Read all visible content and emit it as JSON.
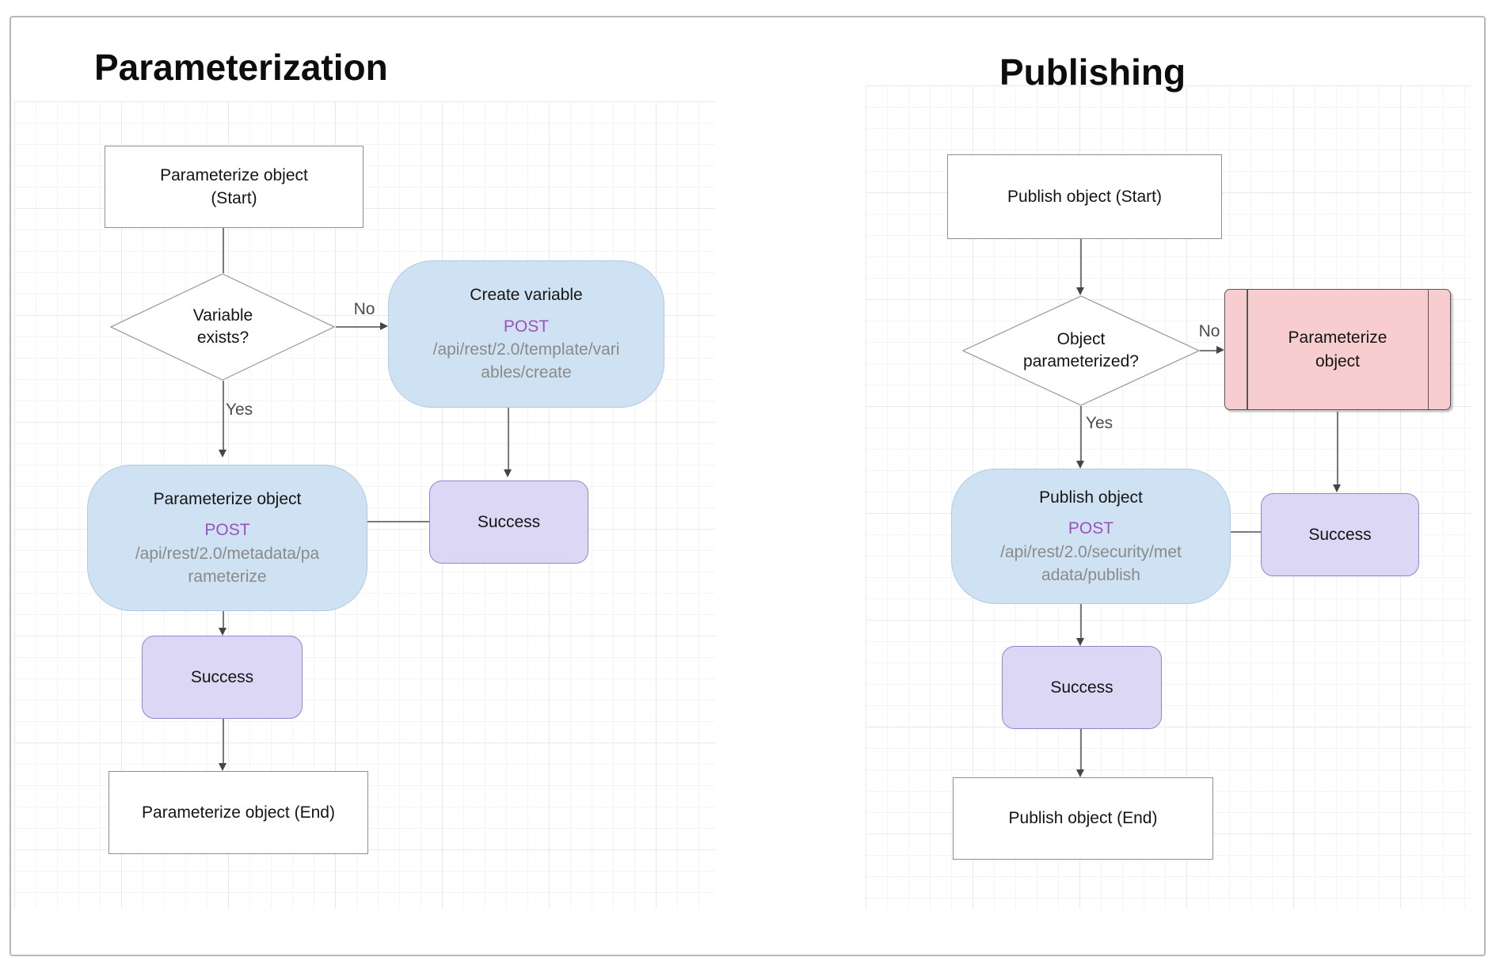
{
  "left": {
    "title": "Parameterization",
    "nodes": {
      "start": {
        "label": "Parameterize object\n(Start)"
      },
      "decision": {
        "label": "Variable\nexists?"
      },
      "create_variable": {
        "title": "Create variable",
        "method": "POST",
        "path": "/api/rest/2.0/template/vari\nables/create"
      },
      "parameterize": {
        "title": "Parameterize object",
        "method": "POST",
        "path": "/api/rest/2.0/metadata/pa\nrameterize"
      },
      "success_after_create": {
        "label": "Success"
      },
      "success_after_parameterize": {
        "label": "Success"
      },
      "end": {
        "label": "Parameterize object (End)"
      }
    },
    "edge_labels": {
      "no": "No",
      "yes": "Yes"
    }
  },
  "right": {
    "title": "Publishing",
    "nodes": {
      "start": {
        "label": "Publish object (Start)"
      },
      "decision": {
        "label": "Object\nparameterized?"
      },
      "parameterize_ref": {
        "label": "Parameterize\nobject"
      },
      "publish": {
        "title": "Publish object",
        "method": "POST",
        "path": "/api/rest/2.0/security/met\nadata/publish"
      },
      "success_after_parameterize": {
        "label": "Success"
      },
      "success_after_publish": {
        "label": "Success"
      },
      "end": {
        "label": "Publish object (End)"
      }
    },
    "edge_labels": {
      "no": "No",
      "yes": "Yes"
    }
  },
  "colors": {
    "api_fill": "#cfe2f3",
    "success_fill": "#ddd7f6",
    "success_border": "#9185d2",
    "predefined_fill": "#f8cdd0",
    "predefined_border": "#565656",
    "method_text": "#9b51bb",
    "path_text": "#8a8a8a",
    "edge": "#7a7a7a"
  }
}
